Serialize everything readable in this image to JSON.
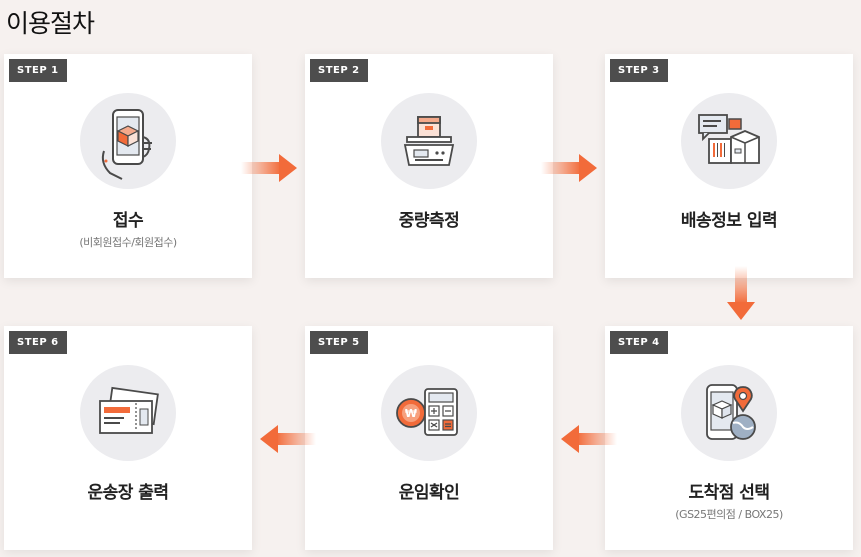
{
  "page": {
    "title": "이용절차"
  },
  "steps": [
    {
      "badge": "STEP 1",
      "title": "접수",
      "subtitle": "(비회원접수/회원접수)",
      "icon": "phone-box-icon"
    },
    {
      "badge": "STEP 2",
      "title": "중량측정",
      "subtitle": "",
      "icon": "scale-icon"
    },
    {
      "badge": "STEP 3",
      "title": "배송정보 입력",
      "subtitle": "",
      "icon": "shipping-info-icon"
    },
    {
      "badge": "STEP 4",
      "title": "도착점 선택",
      "subtitle": "(GS25편의점 / BOX25)",
      "icon": "location-phone-icon"
    },
    {
      "badge": "STEP 5",
      "title": "운임확인",
      "subtitle": "",
      "icon": "calculator-icon"
    },
    {
      "badge": "STEP 6",
      "title": "운송장 출력",
      "subtitle": "",
      "icon": "ticket-icon"
    }
  ],
  "colors": {
    "accent": "#f26b3a",
    "badge": "#4d4d4d",
    "background": "#f6f1ef"
  }
}
